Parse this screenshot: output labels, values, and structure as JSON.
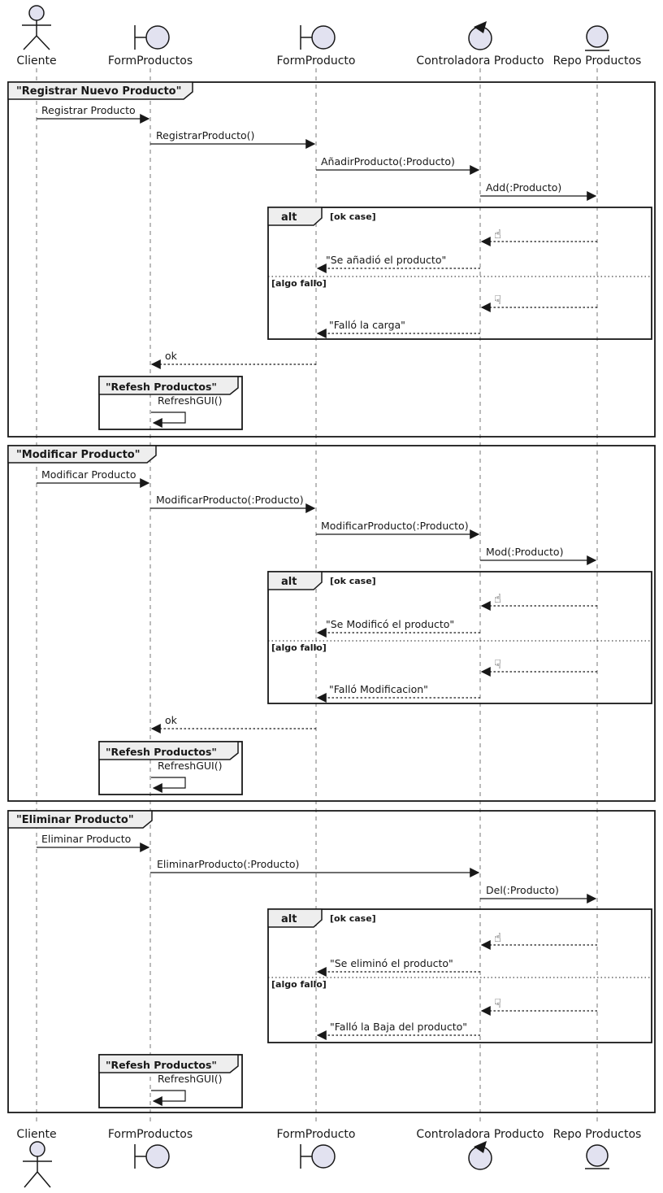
{
  "participants": [
    {
      "label": "Cliente",
      "type": "actor"
    },
    {
      "label": "FormProductos",
      "type": "boundary"
    },
    {
      "label": "FormProducto",
      "type": "boundary"
    },
    {
      "label": "Controladora Producto",
      "type": "control"
    },
    {
      "label": "Repo Productos",
      "type": "entity"
    }
  ],
  "icons": {
    "thumb_up": "☝",
    "thumb_down": "☟"
  },
  "colors": {
    "line": "#181818",
    "participant_fill": "#E2E2F0",
    "label_fill": "#EEEEEE",
    "background": "#FFFFFF"
  },
  "frames": [
    {
      "title": "\"Registrar Nuevo Producto\"",
      "alt_label": "alt",
      "guard_ok": "[ok case]",
      "guard_fail": "[algo fallo]",
      "messages": {
        "m1": "Registrar Producto",
        "m2": "RegistrarProducto()",
        "m3": "AñadirProducto(:Producto)",
        "m4": "Add(:Producto)",
        "reply_ok": "\"Se añadió el producto\"",
        "reply_fail": "\"Falló la carga\"",
        "ok": "ok"
      },
      "group": {
        "title": "\"Refesh Productos\"",
        "message": "RefreshGUI()"
      }
    },
    {
      "title": "\"Modificar Producto\"",
      "alt_label": "alt",
      "guard_ok": "[ok case]",
      "guard_fail": "[algo fallo]",
      "messages": {
        "m1": "Modificar Producto",
        "m2": "ModificarProducto(:Producto)",
        "m3": "ModificarProducto(:Producto)",
        "m4": "Mod(:Producto)",
        "reply_ok": "\"Se Modificó el producto\"",
        "reply_fail": "\"Falló Modificacion\"",
        "ok": "ok"
      },
      "group": {
        "title": "\"Refesh Productos\"",
        "message": "RefreshGUI()"
      }
    },
    {
      "title": "\"Eliminar Producto\"",
      "alt_label": "alt",
      "guard_ok": "[ok case]",
      "guard_fail": "[algo fallo]",
      "messages": {
        "m1": "Eliminar Producto",
        "m2": "EliminarProducto(:Producto)",
        "m3": "Del(:Producto)",
        "reply_ok": "\"Se eliminó el producto\"",
        "reply_fail": "\"Falló la Baja del producto\""
      },
      "group": {
        "title": "\"Refesh Productos\"",
        "message": "RefreshGUI()"
      }
    }
  ]
}
